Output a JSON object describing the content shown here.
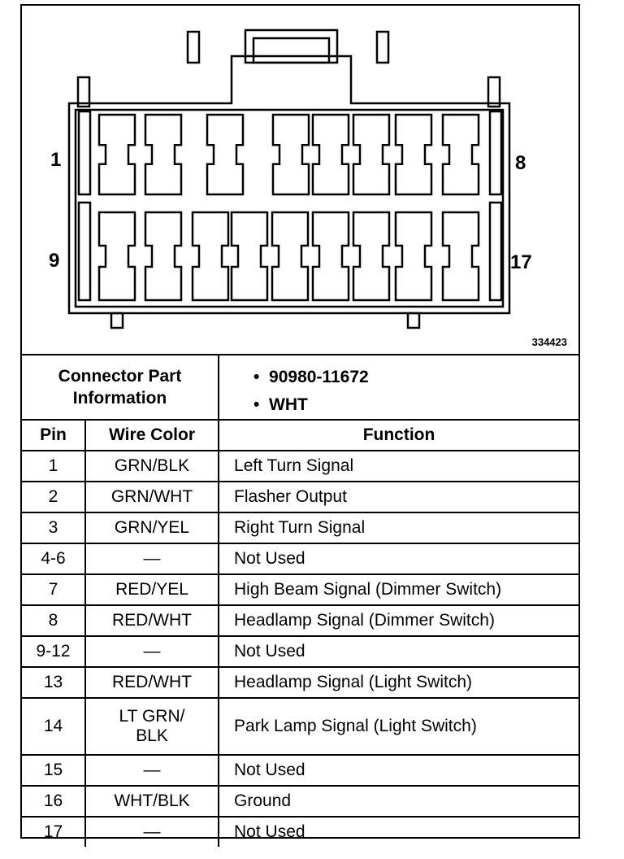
{
  "diagram": {
    "labels": {
      "top_left": "1",
      "top_right": "8",
      "bottom_left": "9",
      "bottom_right": "17"
    },
    "figure_id": "334423"
  },
  "connector_info": {
    "label": "Connector Part Information",
    "items": [
      "90980-11672",
      "WHT"
    ]
  },
  "table": {
    "headers": [
      "Pin",
      "Wire Color",
      "Function"
    ],
    "rows": [
      {
        "pin": "1",
        "color": "GRN/BLK",
        "function": "Left Turn Signal"
      },
      {
        "pin": "2",
        "color": "GRN/WHT",
        "function": "Flasher Output"
      },
      {
        "pin": "3",
        "color": "GRN/YEL",
        "function": "Right Turn Signal"
      },
      {
        "pin": "4-6",
        "color": "—",
        "function": "Not Used"
      },
      {
        "pin": "7",
        "color": "RED/YEL",
        "function": "High Beam Signal (Dimmer Switch)"
      },
      {
        "pin": "8",
        "color": "RED/WHT",
        "function": "Headlamp Signal (Dimmer Switch)"
      },
      {
        "pin": "9-12",
        "color": "—",
        "function": "Not Used"
      },
      {
        "pin": "13",
        "color": "RED/WHT",
        "function": "Headlamp Signal (Light Switch)"
      },
      {
        "pin": "14",
        "color": "LT GRN/ BLK",
        "function": "Park Lamp Signal (Light Switch)"
      },
      {
        "pin": "15",
        "color": "—",
        "function": "Not Used"
      },
      {
        "pin": "16",
        "color": "WHT/BLK",
        "function": "Ground"
      },
      {
        "pin": "17",
        "color": "—",
        "function": "Not Used"
      }
    ]
  }
}
